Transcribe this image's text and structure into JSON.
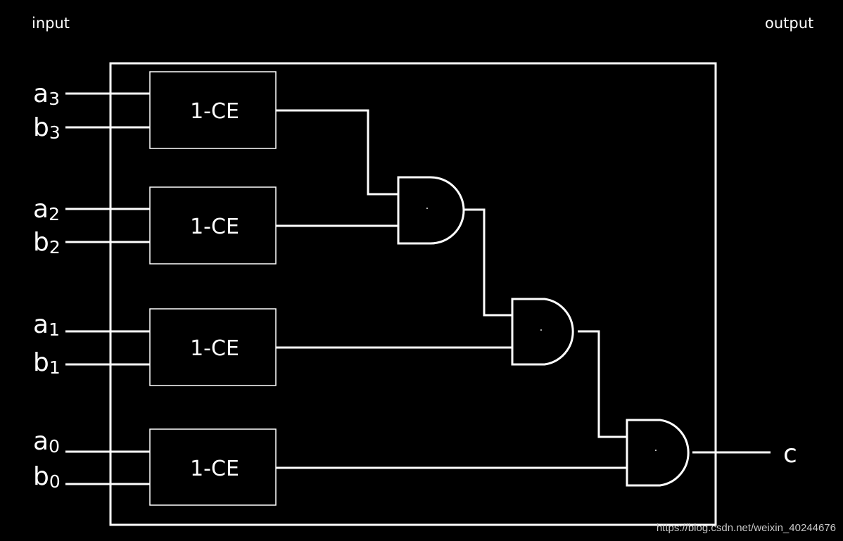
{
  "header": {
    "input_label": "input",
    "output_label": "output"
  },
  "inputs": [
    {
      "base": "a",
      "sub": "3"
    },
    {
      "base": "b",
      "sub": "3"
    },
    {
      "base": "a",
      "sub": "2"
    },
    {
      "base": "b",
      "sub": "2"
    },
    {
      "base": "a",
      "sub": "1"
    },
    {
      "base": "b",
      "sub": "1"
    },
    {
      "base": "a",
      "sub": "0"
    },
    {
      "base": "b",
      "sub": "0"
    }
  ],
  "blocks": [
    {
      "label": "1-CE"
    },
    {
      "label": "1-CE"
    },
    {
      "label": "1-CE"
    },
    {
      "label": "1-CE"
    }
  ],
  "gates": [
    {
      "symbol": "·"
    },
    {
      "symbol": "·"
    },
    {
      "symbol": "·"
    }
  ],
  "output": {
    "label": "c"
  },
  "watermark": "https://blog.csdn.net/weixin_40244676"
}
